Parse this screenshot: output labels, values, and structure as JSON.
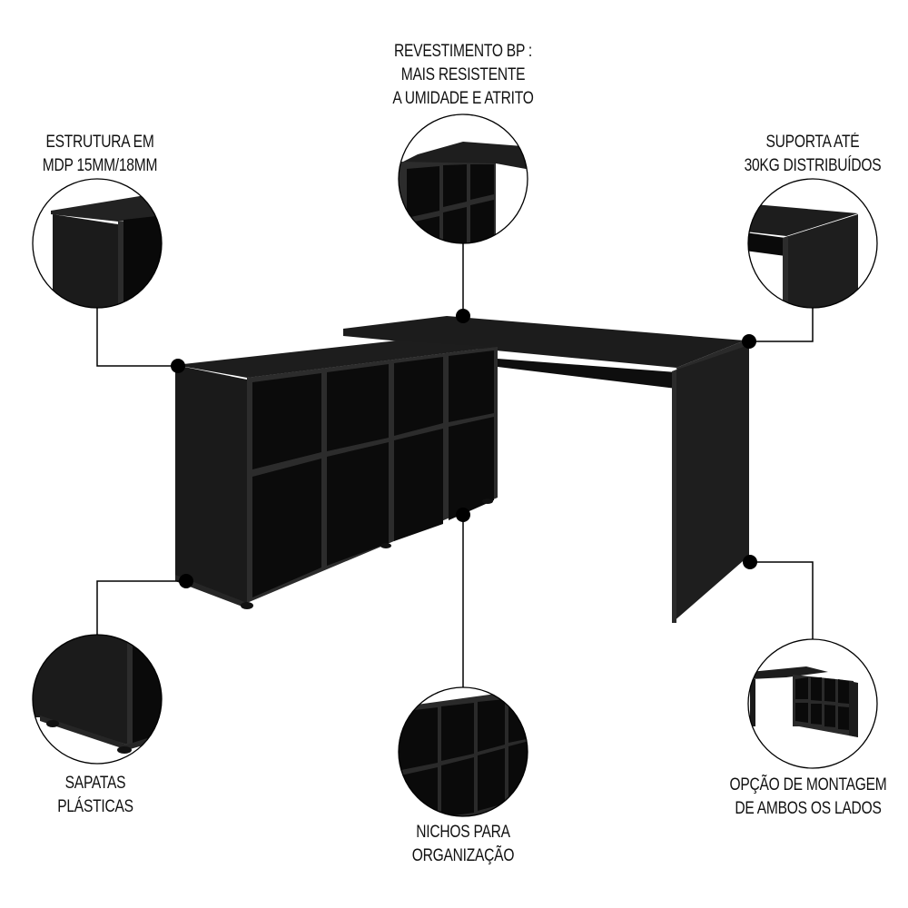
{
  "features": [
    {
      "id": "estrutura",
      "lines": [
        "ESTRUTURA EM",
        "MDP 15MM/18MM"
      ],
      "detail_icon": "cabinet-corner-detail"
    },
    {
      "id": "revestimento",
      "lines": [
        "REVESTIMENTO BP :",
        "MAIS RESISTENTE",
        "A UMIDADE E ATRITO"
      ],
      "detail_icon": "desk-top-junction-detail"
    },
    {
      "id": "suporta",
      "lines": [
        "SUPORTA ATÉ",
        "30KG DISTRIBUÍDOS"
      ],
      "detail_icon": "desk-leg-corner-detail"
    },
    {
      "id": "sapatas",
      "lines": [
        "SAPATAS",
        "PLÁSTICAS"
      ],
      "detail_icon": "cabinet-feet-detail"
    },
    {
      "id": "nichos",
      "lines": [
        "NICHOS PARA",
        "ORGANIZAÇÃO"
      ],
      "detail_icon": "shelf-niches-detail"
    },
    {
      "id": "montagem",
      "lines": [
        "OPÇÃO DE MONTAGEM",
        "DE AMBOS OS LADOS"
      ],
      "detail_icon": "reversed-assembly-detail"
    }
  ],
  "colors": {
    "background": "#ffffff",
    "furniture": "#1a1a1a",
    "furniture_edge": "#2e2e2e",
    "niche_interior": "#0c0c0c",
    "text": "#111111",
    "connector": "#000000"
  },
  "product": {
    "name": "L-shaped desk with 8-niche bookcase",
    "icon": "l-desk-icon"
  }
}
